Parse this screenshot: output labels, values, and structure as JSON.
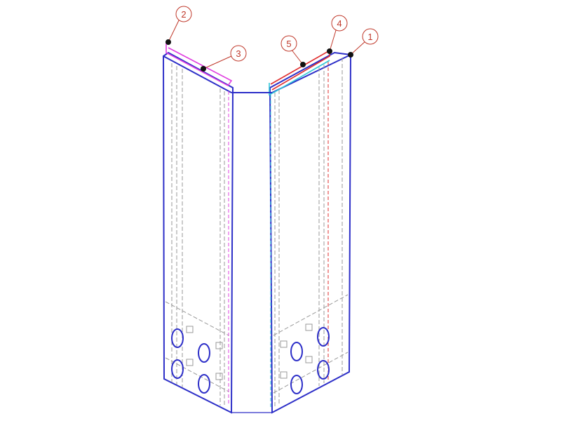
{
  "figure": {
    "colors": {
      "outline": "#2d2fc8",
      "hidden": "#9a9a9a",
      "magenta": "#e040e0",
      "red": "#e03030",
      "cyan": "#30c8d8",
      "callout": "#c0392b",
      "marker": "#111111",
      "background": "#ffffff"
    },
    "callouts": [
      {
        "label": "1"
      },
      {
        "label": "2"
      },
      {
        "label": "3"
      },
      {
        "label": "4"
      },
      {
        "label": "5"
      }
    ]
  }
}
